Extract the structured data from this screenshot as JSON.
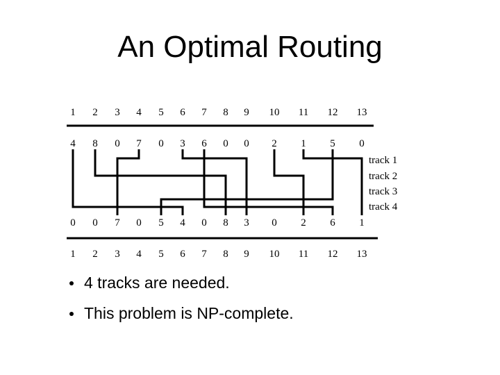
{
  "title": "An Optimal Routing",
  "colors": {
    "ink": "#000000",
    "background": "#ffffff"
  },
  "diagram": {
    "top_pins": [
      "1",
      "2",
      "3",
      "4",
      "5",
      "6",
      "7",
      "8",
      "9",
      "10",
      "11",
      "12",
      "13"
    ],
    "top_nets": [
      "4",
      "8",
      "0",
      "7",
      "0",
      "3",
      "6",
      "0",
      "0",
      "2",
      "1",
      "5",
      "0"
    ],
    "bottom_nets": [
      "0",
      "0",
      "7",
      "0",
      "5",
      "4",
      "0",
      "8",
      "3",
      "0",
      "2",
      "6",
      "1"
    ],
    "bottom_pins": [
      "1",
      "2",
      "3",
      "4",
      "5",
      "6",
      "7",
      "8",
      "9",
      "10",
      "11",
      "12",
      "13"
    ],
    "track_labels": [
      "track 1",
      "track 2",
      "track 3",
      "track 4"
    ],
    "wires": [
      {
        "net": "7",
        "track": 1,
        "top_col": 4,
        "bottom_col": 3
      },
      {
        "net": "3",
        "track": 1,
        "top_col": 6,
        "bottom_col": 9
      },
      {
        "net": "1",
        "track": 1,
        "top_col": 11,
        "bottom_col": 13
      },
      {
        "net": "8",
        "track": 2,
        "top_col": 2,
        "bottom_col": 8
      },
      {
        "net": "2",
        "track": 2,
        "top_col": 10,
        "bottom_col": 11
      },
      {
        "net": "5",
        "track": 3,
        "top_col": 12,
        "bottom_col": 5
      },
      {
        "net": "4",
        "track": 4,
        "top_col": 1,
        "bottom_col": 6
      },
      {
        "net": "6",
        "track": 4,
        "top_col": 7,
        "bottom_col": 12
      }
    ]
  },
  "bullets": [
    {
      "label": "4 tracks are needed."
    },
    {
      "label": "This problem is NP-complete."
    }
  ]
}
